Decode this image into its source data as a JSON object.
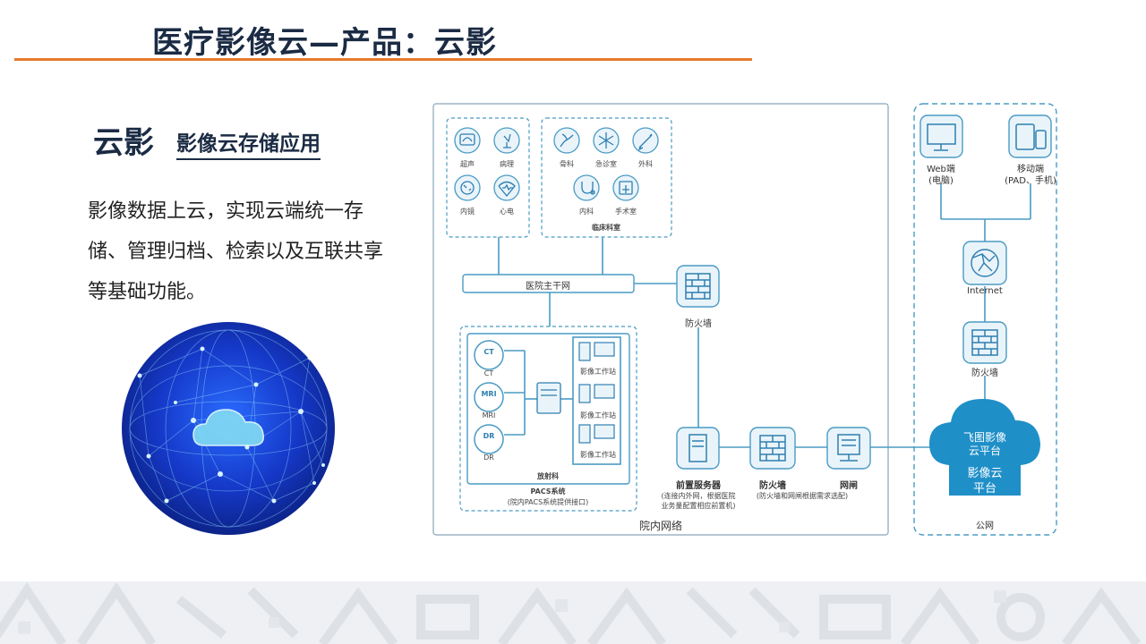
{
  "header": {
    "title": "医疗影像云—产品：云影"
  },
  "intro": {
    "heading": "云影",
    "subheading": "影像云存储应用",
    "description": "影像数据上云，实现云端统一存储、管理归档、检索以及互联共享等基础功能。"
  },
  "diagram": {
    "departments_group1": [
      "超声",
      "病理",
      "内镜",
      "心电"
    ],
    "departments_group2": [
      "骨科",
      "急诊室",
      "外科",
      "内科",
      "手术室"
    ],
    "clinical_label": "临床科室",
    "backbone_label": "医院主干网",
    "firewall_label": "防火墙",
    "modalities": [
      {
        "icon_text": "CT",
        "label": "CT"
      },
      {
        "icon_text": "MRI",
        "label": "MRI"
      },
      {
        "icon_text": "DR",
        "label": "DR"
      }
    ],
    "workstations": [
      "影像工作站",
      "影像工作站",
      "影像工作站"
    ],
    "radiology_label": "放射科",
    "pacs_label": "PACS系统",
    "pacs_note": "(院内PACS系统提供接口)",
    "front_server": {
      "label": "前置服务器",
      "note1": "(连接内外网，根据医院",
      "note2": "业务量配置相应前置机)"
    },
    "firewall2": {
      "label": "防火墙",
      "note": "(防火墙和网闸根据需求选配)"
    },
    "gatekeeper_label": "网闸",
    "intranet_label": "院内网络",
    "web": {
      "label": "Web端",
      "sub": "(电脑)"
    },
    "mobile": {
      "label": "移动端",
      "sub": "(PAD、手机)"
    },
    "internet_label": "Internet",
    "firewall3_label": "防火墙",
    "cloud": {
      "line1": "飞图影像",
      "line2": "云平台",
      "line3": "影像云",
      "line4": "平台"
    },
    "public_label": "公网"
  },
  "colors": {
    "accent": "#e8792a",
    "title": "#1b2b44",
    "diagram_line": "#4a9bc4",
    "cloud": "#1f8fc8"
  }
}
